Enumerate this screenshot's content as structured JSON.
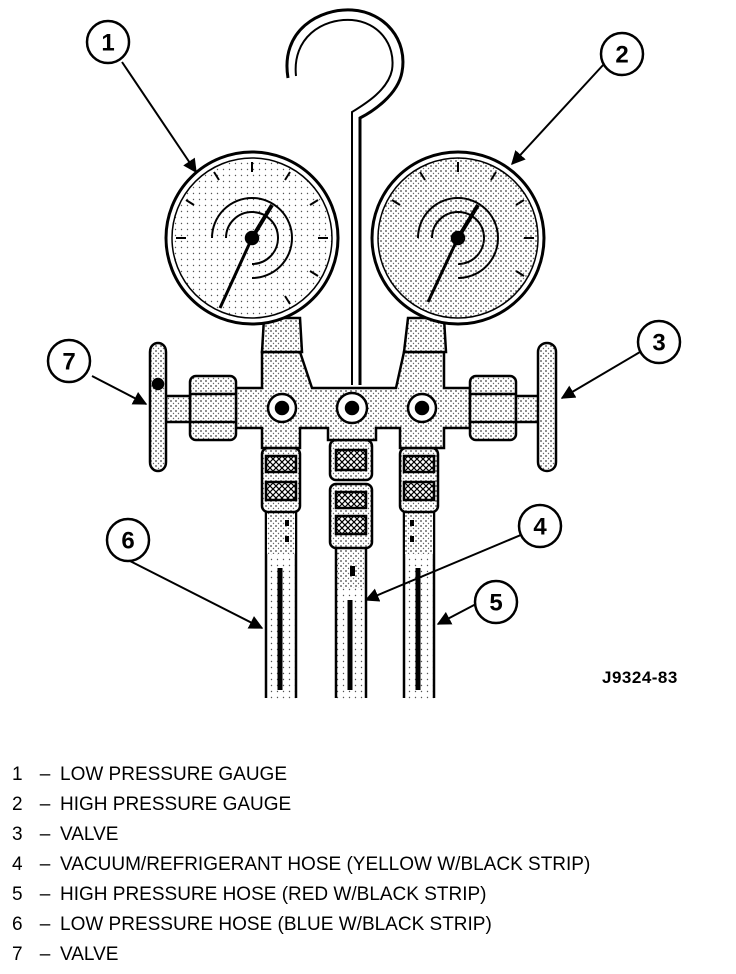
{
  "figure_code": "J9324-83",
  "callouts": [
    {
      "id": "1",
      "label": "1"
    },
    {
      "id": "2",
      "label": "2"
    },
    {
      "id": "3",
      "label": "3"
    },
    {
      "id": "4",
      "label": "4"
    },
    {
      "id": "5",
      "label": "5"
    },
    {
      "id": "6",
      "label": "6"
    },
    {
      "id": "7",
      "label": "7"
    }
  ],
  "legend": [
    {
      "num": "1",
      "dash": "–",
      "text": "LOW PRESSURE GAUGE"
    },
    {
      "num": "2",
      "dash": "–",
      "text": "HIGH PRESSURE GAUGE"
    },
    {
      "num": "3",
      "dash": "–",
      "text": "VALVE"
    },
    {
      "num": "4",
      "dash": "–",
      "text": "VACUUM/REFRIGERANT HOSE (YELLOW W/BLACK STRIP)"
    },
    {
      "num": "5",
      "dash": "–",
      "text": "HIGH PRESSURE HOSE (RED W/BLACK STRIP)"
    },
    {
      "num": "6",
      "dash": "–",
      "text": "LOW PRESSURE HOSE (BLUE W/BLACK STRIP)"
    },
    {
      "num": "7",
      "dash": "–",
      "text": "VALVE"
    }
  ]
}
